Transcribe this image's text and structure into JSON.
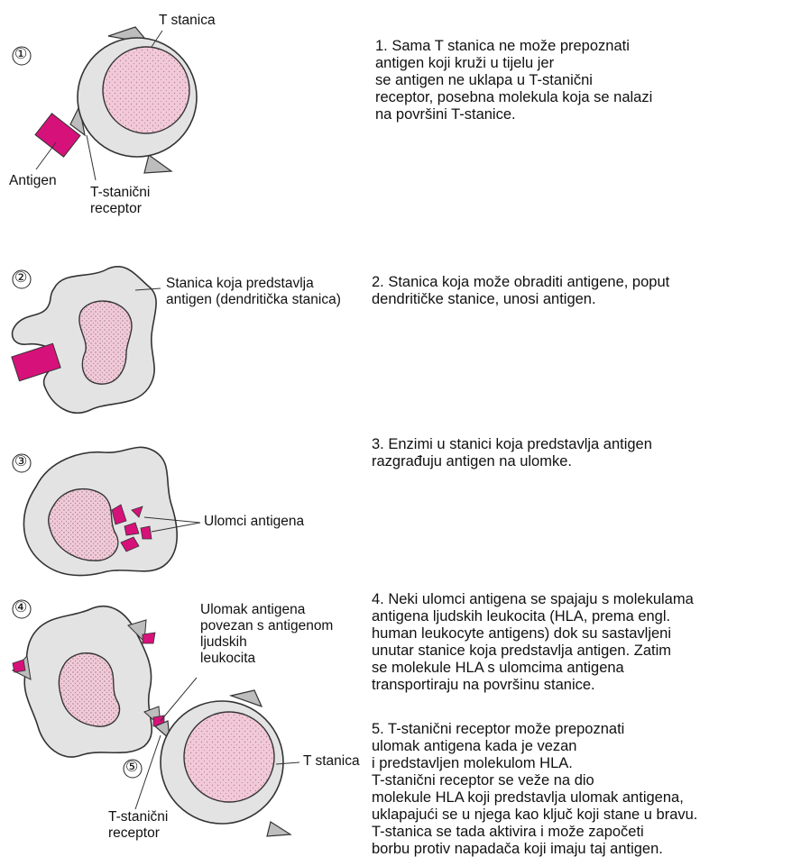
{
  "colors": {
    "antigen": "#d6127a",
    "cell_fill": "#e3e3e3",
    "nucleus_pink": "#f2c9d8",
    "nucleus_light": "#f7d9e4",
    "outline": "#333333",
    "receptor_gray": "#bdbdbd"
  },
  "markers": [
    "①",
    "②",
    "③",
    "④",
    "⑤"
  ],
  "labels": {
    "t_cell_top": "T stanica",
    "antigen": "Antigen",
    "tcr_1": "T-stanični\nreceptor",
    "apc": "Stanica koja predstavlja\nantigen (dendritička stanica)",
    "fragments": "Ulomci antigena",
    "fragment_hla": "Ulomak antigena\npovezan s antigenom\nljudskih\nleukocita",
    "t_cell_bottom": "T stanica",
    "tcr_5": "T-stanični\nreceptor"
  },
  "steps": [
    "1. Sama T stanica ne može prepoznati\n    antigen koji kruži u tijelu jer\n    se antigen ne uklapa u T-stanični\n    receptor, posebna molekula koja se nalazi\n    na površini T-stanice.",
    "2. Stanica koja može obraditi antigene, poput\n    dendritičke stanice, unosi antigen.",
    "3. Enzimi u stanici koja predstavlja antigen\n    razgrađuju antigen na ulomke.",
    "4. Neki ulomci antigena se spajaju s molekulama\n    antigena ljudskih leukocita (HLA, prema engl.\n    human leukocyte antigens) dok su sastavljeni\n    unutar stanice koja predstavlja antigen. Zatim\n    se molekule HLA s ulomcima antigena\n    transportiraju na površinu stanice.",
    "5. T-stanični receptor može prepoznati\n    ulomak antigena kada je vezan\n    i predstavljen molekulom HLA.\n    T-stanični receptor se veže na dio\n    molekule HLA koji predstavlja ulomak antigena,\n    uklapajući se u njega kao ključ koji stane u bravu.\n    T-stanica se tada aktivira i može započeti\n    borbu protiv napadača koji imaju taj antigen."
  ]
}
